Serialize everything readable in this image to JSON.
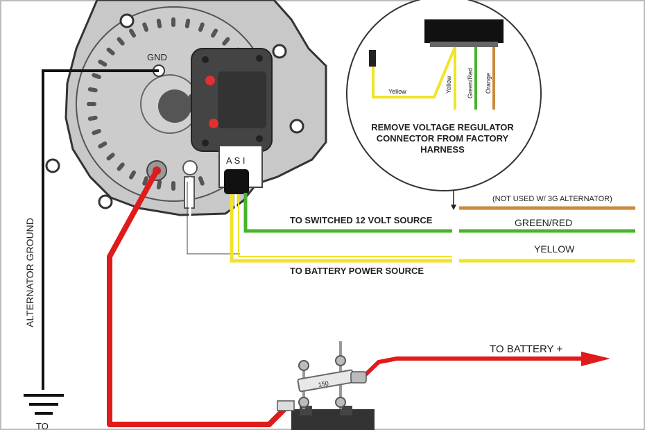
{
  "labels": {
    "gnd": "GND",
    "asi": "A S I",
    "alternator_ground": "ALTERNATOR GROUND",
    "switched_source": "TO SWITCHED 12 VOLT SOURCE",
    "battery_source": "TO BATTERY POWER SOURCE",
    "not_used": "(NOT USED W/ 3G ALTERNATOR)",
    "green_red": "GREEN/RED",
    "yellow": "YELLOW",
    "to_battery": "TO BATTERY +",
    "fuse_rating": "150",
    "to": "TO"
  },
  "inset": {
    "wire_yellow_1": "Yellow",
    "wire_yellow_2": "Yellow",
    "wire_green_red": "Green/Red",
    "wire_orange": "Orange",
    "caption_line1": "REMOVE VOLTAGE REGULATOR",
    "caption_line2": "CONNECTOR FROM FACTORY",
    "caption_line3": "HARNESS"
  },
  "colors": {
    "power_wire": "#e01b1b",
    "yellow_wire": "#f2e32a",
    "green_wire": "#47b52b",
    "orange_wire": "#c98a3a",
    "ground_wire": "#111111",
    "alternator_body": "#c8c8c8"
  }
}
